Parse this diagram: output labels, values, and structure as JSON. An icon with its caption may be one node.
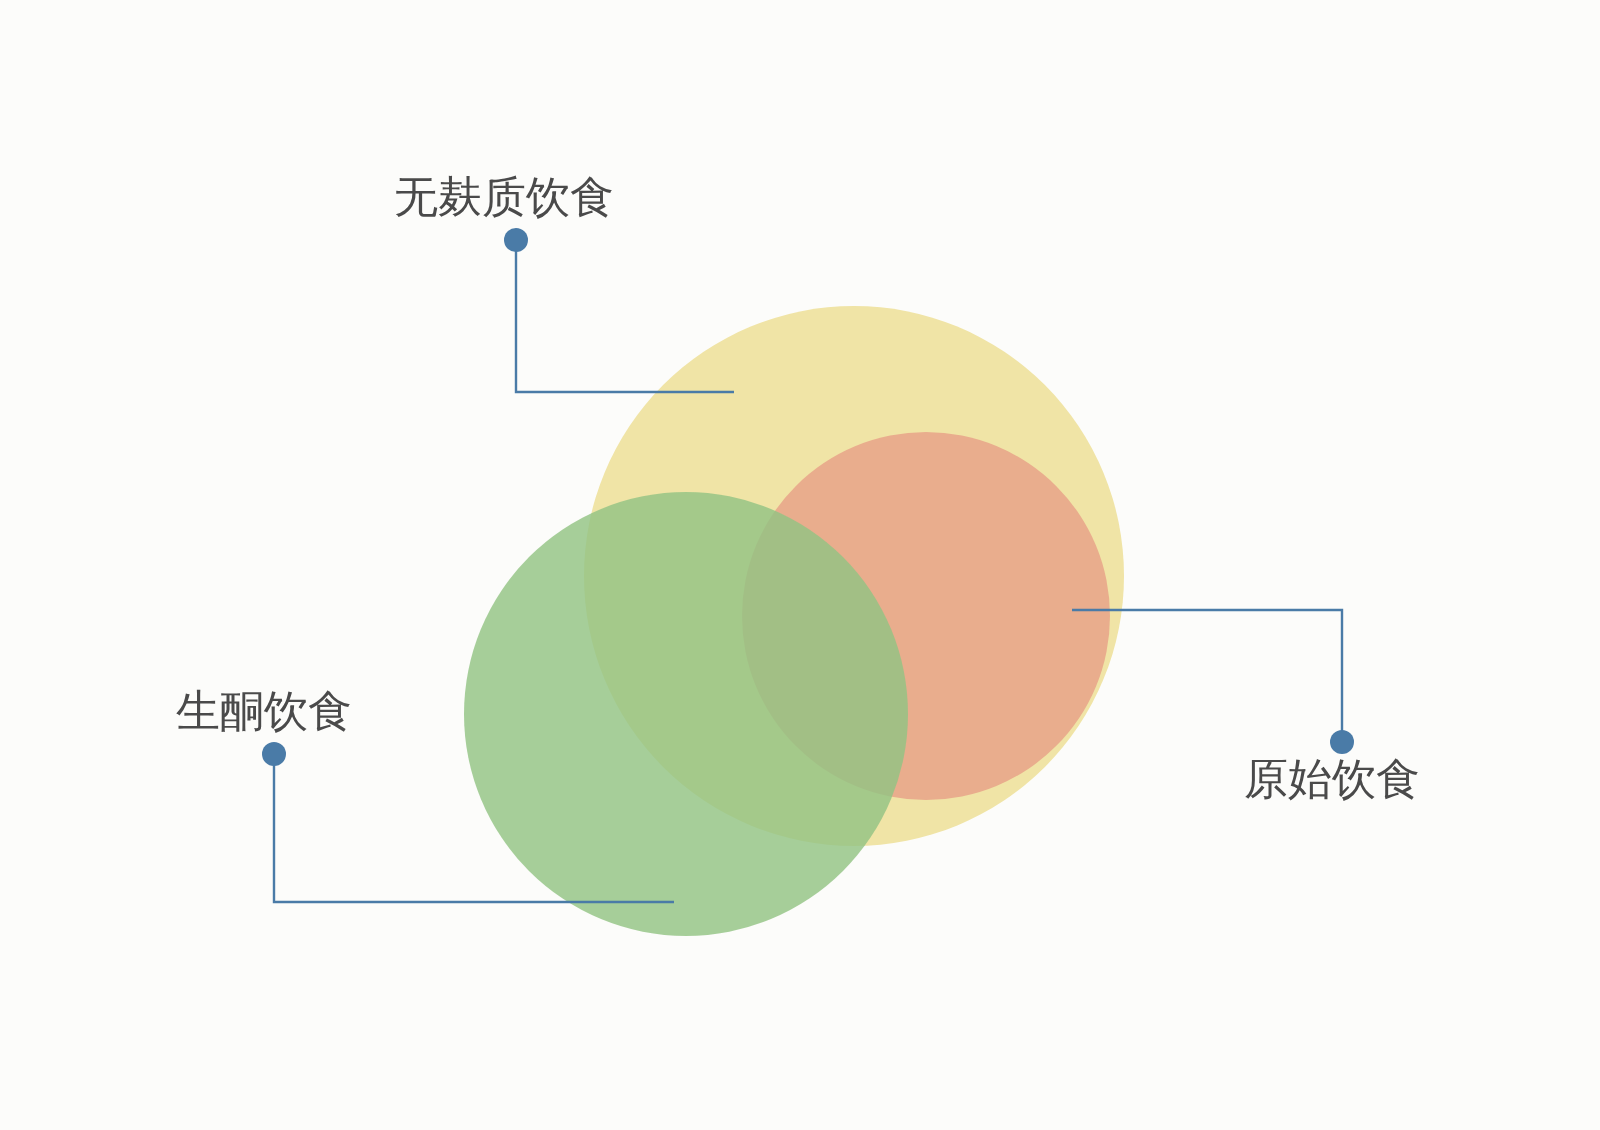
{
  "diagram": {
    "nodes": [
      {
        "text": [
          "无麸质饮食"
        ]
      },
      {
        "text": [],
        "shape": "circle"
      },
      {
        "text": [],
        "shape": "circle",
        "in": 1
      },
      {
        "text": [],
        "shape": "circle"
      },
      {
        "text": [
          "生酮饮食"
        ]
      },
      {
        "text": [
          "原始饮食"
        ]
      }
    ],
    "edges": [
      {
        "from": 0,
        "to": 1,
        "arrow": "other"
      },
      {
        "from": 4,
        "to": 3,
        "arrow": "other"
      },
      {
        "from": 5,
        "to": 2,
        "arrow": "other"
      }
    ]
  }
}
